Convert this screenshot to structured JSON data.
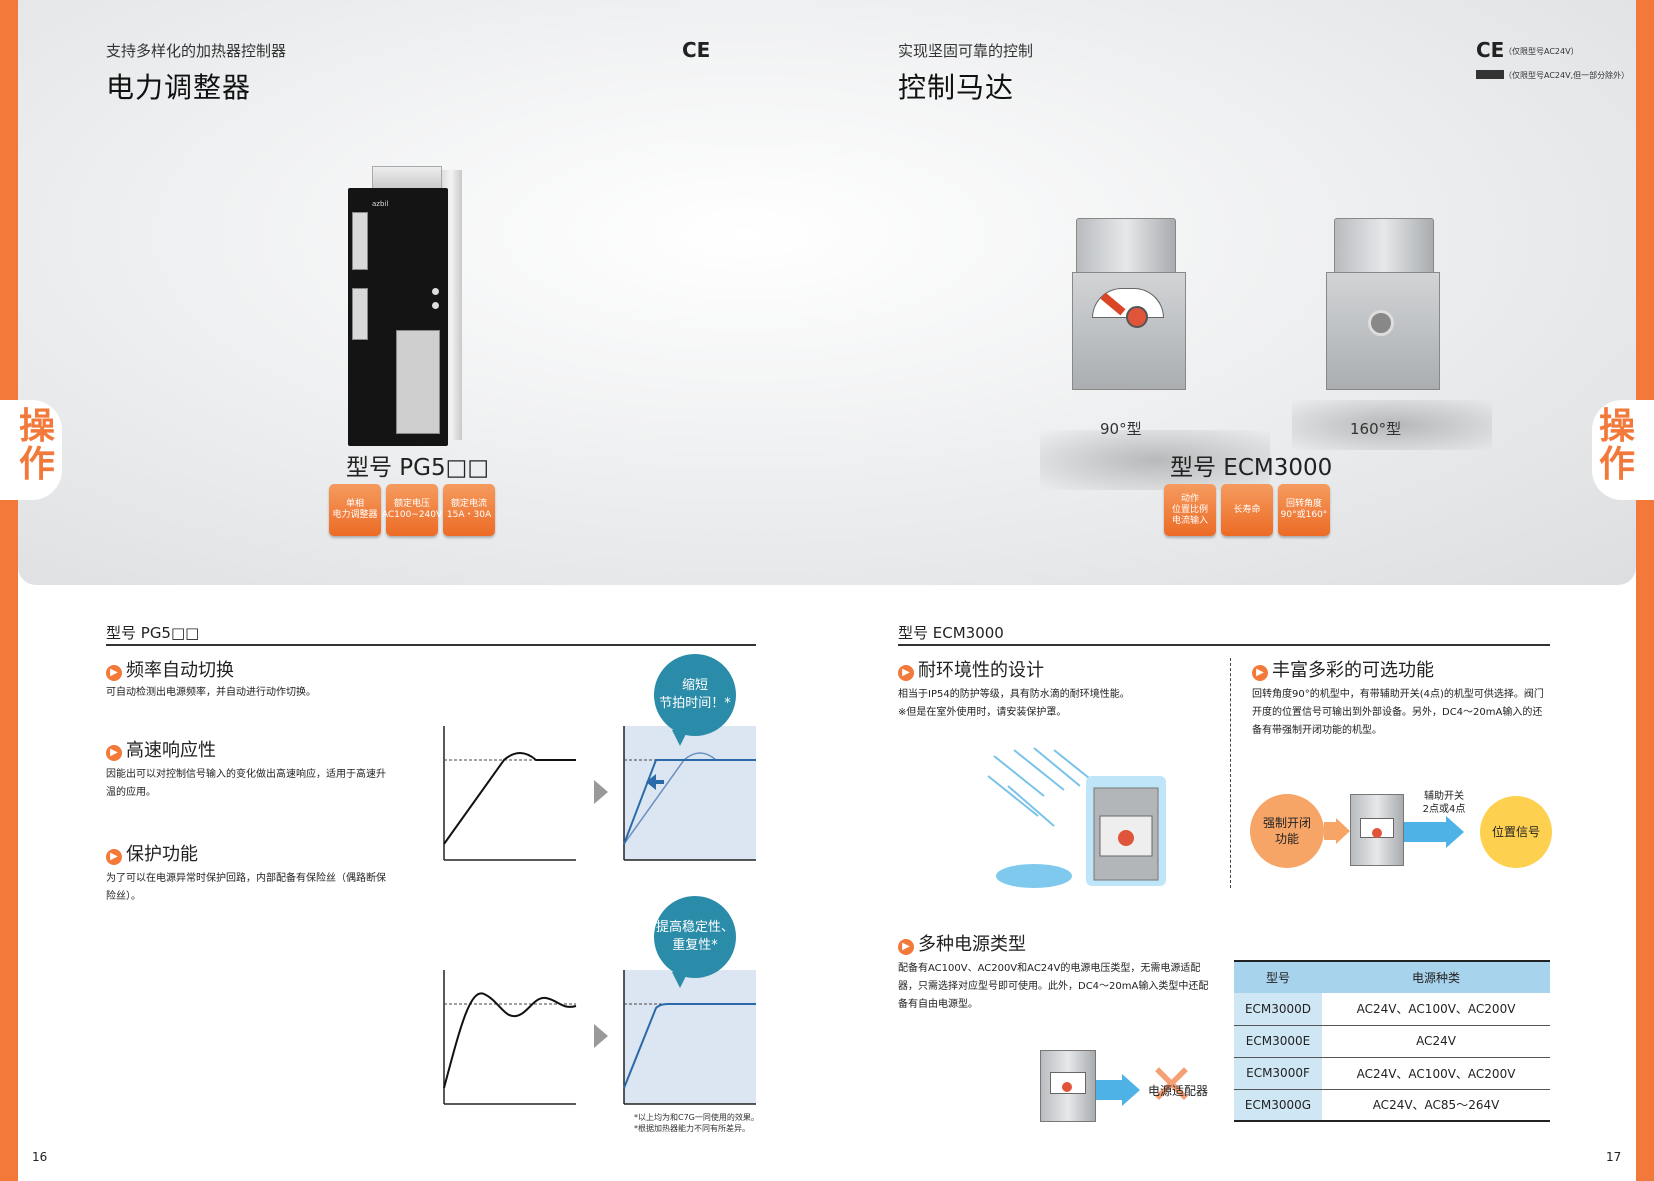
{
  "side_tab": "操作",
  "left": {
    "subtitle": "支持多样化的加热器控制器",
    "title": "电力调整器",
    "cert": "CE",
    "model": "型号 PG5□□",
    "badges": [
      "单相\n电力调整器",
      "额定电压\nAC100~240V",
      "额定电流\n15A・30A"
    ],
    "section_head": "型号 PG5□□",
    "features": [
      {
        "title": "频率自动切换",
        "desc": "可自动检测出电源频率，并自动进行动作切换。"
      },
      {
        "title": "高速响应性",
        "desc": "因能出可以对控制信号输入的变化做出高速响应，适用于高速升温的应用。"
      },
      {
        "title": "保护功能",
        "desc": "为了可以在电源异常时保护回路，内部配备有保险丝（偶路断保险丝）。"
      }
    ],
    "bubble_1": "缩短\n节拍时间！*",
    "bubble_2": "提高稳定性、\n重复性*",
    "footnote": "*以上均为和C7G一同使用的效果。\n*根据加热器能力不同有所差异。",
    "page": "16"
  },
  "right": {
    "subtitle": "实现坚固可靠的控制",
    "title": "控制马达",
    "cert": "CE",
    "cert_note_1": "（仅限型号AC24V）",
    "cert_note_2": "（仅限型号AC24V,但一部分除外）",
    "angle_90": "90°型",
    "angle_160": "160°型",
    "model": "型号 ECM3000",
    "badges": [
      "动作\n位置比例\n电流输入",
      "长寿命",
      "回转角度\n90°或160°"
    ],
    "section_head": "型号 ECM3000",
    "feature_env": {
      "title": "耐环境性的设计",
      "desc": "相当于IP54的防护等级，具有防水滴的耐环境性能。\n※但是在室外使用时，请安装保护罩。"
    },
    "feature_opt": {
      "title": "丰富多彩的可选功能",
      "desc": "回转角度90°的机型中，有带辅助开关(4点)的机型可供选择。阀门开度的位置信号可输出到外部设备。另外，DC4～20mA输入的还备有带强制开闭功能的机型。"
    },
    "opt_force": "强制开闭\n功能",
    "opt_aux": "辅助开关\n2点或4点",
    "opt_pos": "位置信号",
    "feature_power": {
      "title": "多种电源类型",
      "desc": "配备有AC100V、AC200V和AC24V的电源电压类型，无需电源适配器，只需选择对应型号即可使用。此外，DC4～20mA输入类型中还配备有自由电源型。"
    },
    "adapter_label": "电源适配器",
    "table": {
      "headers": [
        "型号",
        "电源种类"
      ],
      "rows": [
        [
          "ECM3000D",
          "AC24V、AC100V、AC200V"
        ],
        [
          "ECM3000E",
          "AC24V"
        ],
        [
          "ECM3000F",
          "AC24V、AC100V、AC200V"
        ],
        [
          "ECM3000G",
          "AC24V、AC85～264V"
        ]
      ]
    },
    "page": "17"
  }
}
